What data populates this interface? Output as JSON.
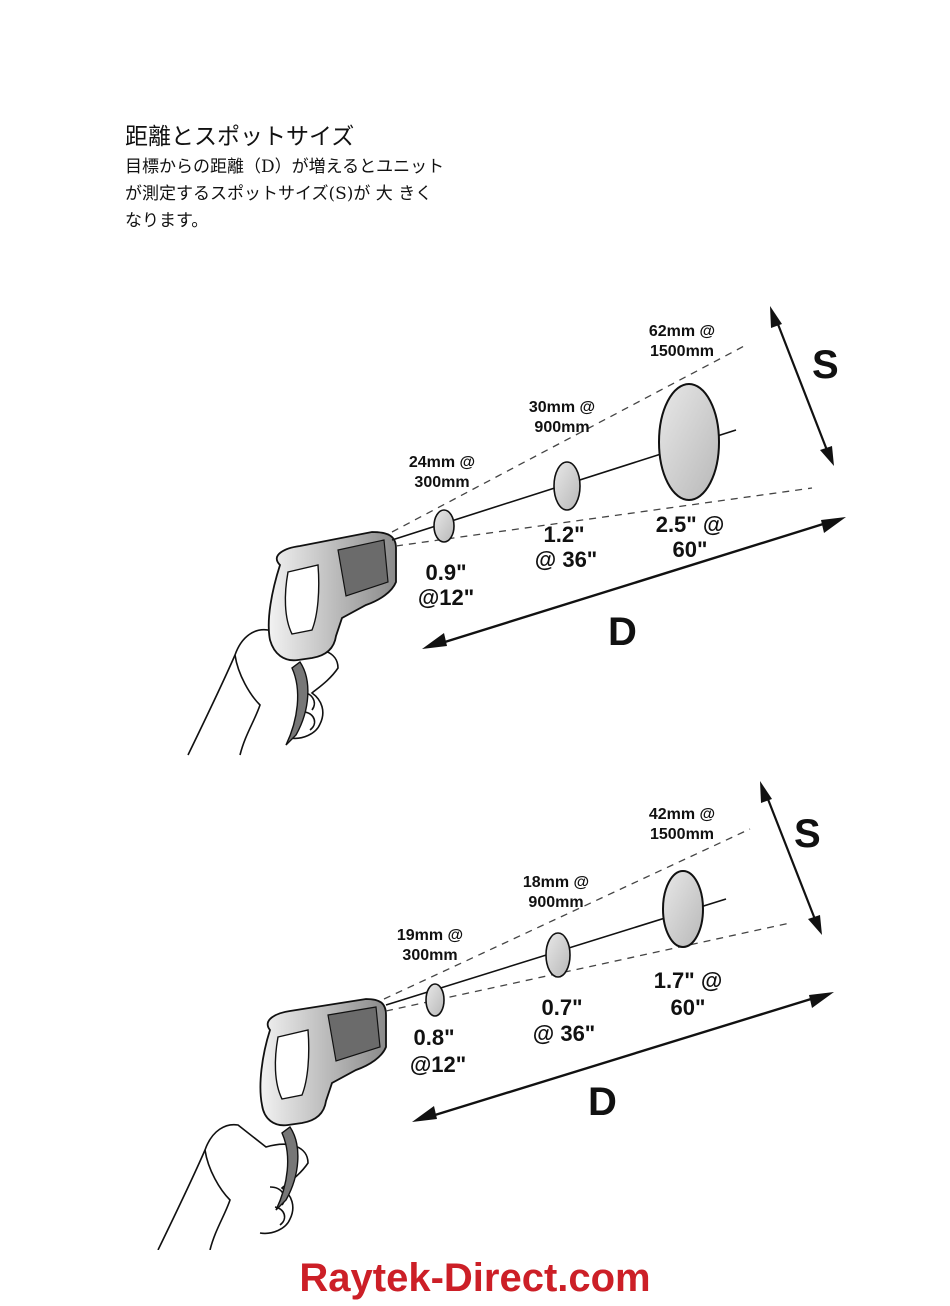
{
  "intro": {
    "title": "距離とスポットサイズ",
    "lines": [
      "目標からの距離（D）が増えるとユニット",
      "が測定するスポットサイズ(S)が 大 きく",
      "なります。"
    ]
  },
  "diagrams": [
    {
      "s_label": "S",
      "d_label": "D",
      "spots": [
        {
          "metric": [
            "24mm @",
            "300mm"
          ],
          "imperial": [
            "0.9\"",
            "@12\""
          ]
        },
        {
          "metric": [
            "30mm @",
            "900mm"
          ],
          "imperial": [
            "1.2\"",
            "@ 36\""
          ]
        },
        {
          "metric": [
            "62mm @",
            "1500mm"
          ],
          "imperial": [
            "2.5\" @",
            "60\""
          ]
        }
      ]
    },
    {
      "s_label": "S",
      "d_label": "D",
      "spots": [
        {
          "metric": [
            "19mm @",
            "300mm"
          ],
          "imperial": [
            "0.8\"",
            "@12\""
          ]
        },
        {
          "metric": [
            "18mm @",
            "900mm"
          ],
          "imperial": [
            "0.7\"",
            "@ 36\""
          ]
        },
        {
          "metric": [
            "42mm @",
            "1500mm"
          ],
          "imperial": [
            "1.7\" @",
            "60\""
          ]
        }
      ]
    }
  ],
  "footer": "Raytek-Direct.com"
}
